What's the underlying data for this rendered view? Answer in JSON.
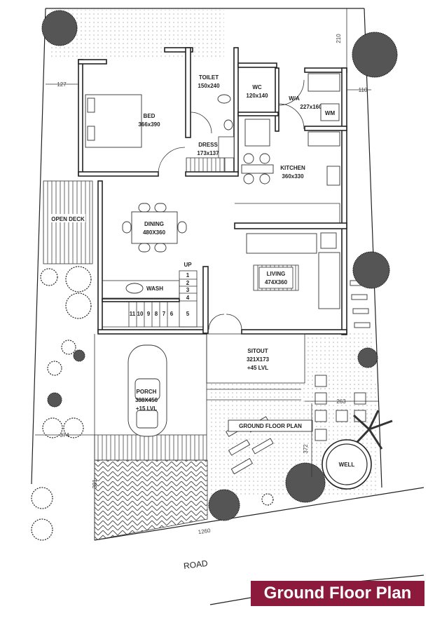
{
  "title_banner": "Ground Floor Plan",
  "road_label": "ROAD",
  "colors": {
    "banner": "#8b1a3c",
    "line": "#222222"
  },
  "rooms": {
    "bed": {
      "name": "BED",
      "size": "366x390"
    },
    "toilet": {
      "name": "TOILET",
      "size": "150x240"
    },
    "wc": {
      "name": "WC",
      "size": "120x140"
    },
    "wa": {
      "name": "W/A",
      "size": "227x160"
    },
    "wm": {
      "name": "WM"
    },
    "dress": {
      "name": "DRESS",
      "size": "173x137"
    },
    "kitchen": {
      "name": "KITCHEN",
      "size": "360x330"
    },
    "dining": {
      "name": "DINING",
      "size": "480X360"
    },
    "open_deck": {
      "name": "OPEN DECK"
    },
    "wash": {
      "name": "WASH"
    },
    "living": {
      "name": "LIVING",
      "size": "474X360"
    },
    "sitout": {
      "name": "SITOUT",
      "size": "321X173",
      "level": "+45 LVL"
    },
    "porch": {
      "name": "PORCH",
      "size": "388X450",
      "level": "+15 LVL"
    },
    "well": {
      "name": "WELL"
    },
    "plan_tag": "GROUND FLOOR PLAN"
  },
  "stairs": {
    "up": "UP",
    "steps": [
      "1",
      "2",
      "3",
      "4",
      "5",
      "6",
      "7",
      "8",
      "9",
      "10",
      "11"
    ]
  },
  "dimensions": {
    "left_top": "127",
    "right_top": "210",
    "right_side": "110",
    "garden": "263",
    "front": "372",
    "road_edge": "1260",
    "left_yard": "374",
    "paving": "381"
  }
}
